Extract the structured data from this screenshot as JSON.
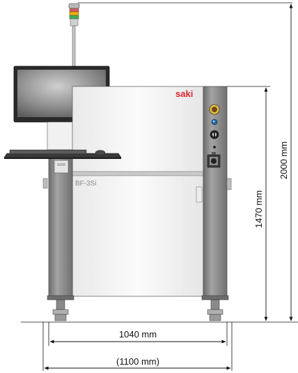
{
  "brand": {
    "logo_text": "saki",
    "model_label": "BF-3Si",
    "logo_color": "#d9262c"
  },
  "dimensions": {
    "height_total": "2000 mm",
    "height_body": "1470 mm",
    "width_body": "1040 mm",
    "width_total": "(1100 mm)"
  },
  "colors": {
    "panel": "#f3f3f3",
    "pillar": "#8f8f8f",
    "pillar_dark": "#5e5e5e",
    "monitor_bezel": "#2a2a2a",
    "screen": "#8a8a8a",
    "line": "#111111"
  },
  "icons": {
    "signal_tower": "signal-tower-icon",
    "emergency_stop": "emergency-stop-icon",
    "key_switch": "key-switch-icon",
    "indicator_lamp": "indicator-lamp-icon",
    "power_switch": "power-switch-icon",
    "keyboard": "keyboard-icon",
    "mouse": "mouse-icon"
  }
}
